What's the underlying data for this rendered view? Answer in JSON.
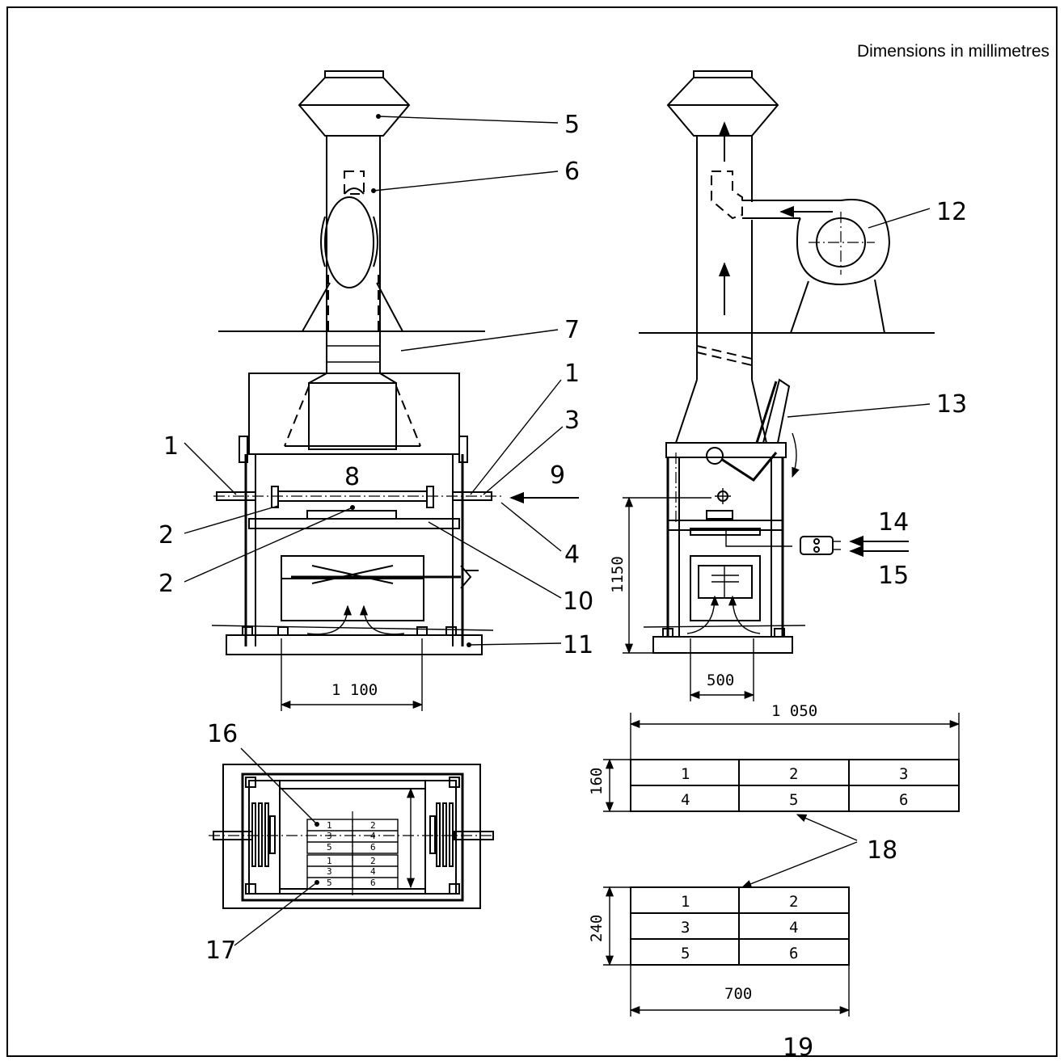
{
  "units_note": "Dimensions in millimetres",
  "figure_number": "19",
  "labels": {
    "l1": "1",
    "l2": "2",
    "l3": "3",
    "l4": "4",
    "l5": "5",
    "l6": "6",
    "l7": "7",
    "l8": "8",
    "l9": "9",
    "l10": "10",
    "l11": "11",
    "l12": "12",
    "l13": "13",
    "l14": "14",
    "l15": "15",
    "l16": "16",
    "l17": "17",
    "l18": "18"
  },
  "dimensions": {
    "front_width": "1 100",
    "side_height": "1150",
    "side_width": "500",
    "table_a_width": "1 050",
    "table_a_height": "160",
    "table_b_width": "700",
    "table_b_height": "240"
  },
  "specimen_layout_a": {
    "rows": [
      [
        "1",
        "2",
        "3"
      ],
      [
        "4",
        "5",
        "6"
      ]
    ]
  },
  "specimen_layout_b": {
    "rows": [
      [
        "1",
        "2"
      ],
      [
        "3",
        "4"
      ],
      [
        "5",
        "6"
      ]
    ]
  },
  "plan_view_cells": {
    "upper": [
      [
        "1",
        "2"
      ],
      [
        "3",
        "4"
      ],
      [
        "5",
        "6"
      ]
    ],
    "lower": [
      [
        "1",
        "2"
      ],
      [
        "3",
        "4"
      ],
      [
        "5",
        "6"
      ]
    ]
  }
}
